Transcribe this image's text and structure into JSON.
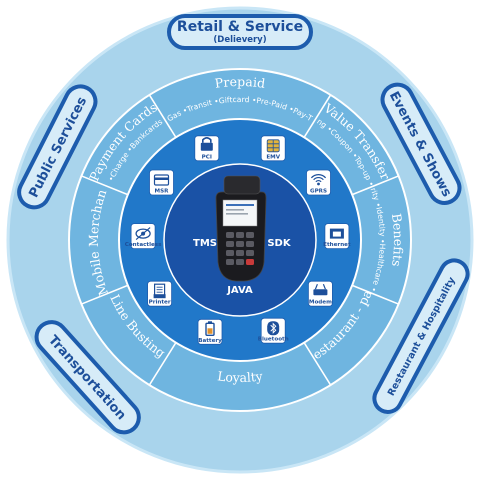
{
  "center": {
    "left": "TMS",
    "right": "SDK",
    "bottom": "JAVA"
  },
  "features": [
    {
      "label": "PCI",
      "icon": "lock-icon"
    },
    {
      "label": "EMV",
      "icon": "chip-icon"
    },
    {
      "label": "GPRS",
      "icon": "signal-icon"
    },
    {
      "label": "Ethernet",
      "icon": "ethernet-icon"
    },
    {
      "label": "Modem",
      "icon": "modem-icon"
    },
    {
      "label": "Bluetooth",
      "icon": "bluetooth-icon"
    },
    {
      "label": "Battery",
      "icon": "battery-icon"
    },
    {
      "label": "Printer",
      "icon": "printer-icon"
    },
    {
      "label": "Contactless",
      "icon": "contactless-icon"
    },
    {
      "label": "MSR",
      "icon": "card-reader-icon"
    }
  ],
  "segments": [
    {
      "title": "Prepaid",
      "items": "•Gas •Transit •Giftcard •Pre-Paid •Pay-TV"
    },
    {
      "title": "Value Transfer",
      "items": "•Ticketing •Coupon •Top-up •Lottery"
    },
    {
      "title": "Benefits",
      "items": "•Social security •Identity •Healthcare •Government"
    },
    {
      "title": "Restaurant - pay",
      "items": ""
    },
    {
      "title": "Loyalty",
      "items": ""
    },
    {
      "title": "Line Busting",
      "items": ""
    },
    {
      "title": "Mobile Merchant",
      "items": ""
    },
    {
      "title": "Payment Cards",
      "items": "•Debit •Credit •Charge •Bankcards •Private label"
    }
  ],
  "markets": [
    {
      "label": "Retail & Service",
      "sub": "(Delievery)"
    },
    {
      "label": "Events & Shows",
      "sub": ""
    },
    {
      "label": "Restaurant & Hospitality",
      "sub": ""
    },
    {
      "label": "Transportation",
      "sub": ""
    },
    {
      "label": "Public Services",
      "sub": ""
    }
  ],
  "colors": {
    "outer_ring": "#a9d4ec",
    "segment_ring": "#6fb5e0",
    "feature_ring": "#2178c9",
    "core": "#1a52a6",
    "pill_border": "#1d5cad",
    "pill_fill": "#d7ecf8",
    "icon_box": "#ffffff",
    "icon_ink": "#1d4f9a"
  }
}
